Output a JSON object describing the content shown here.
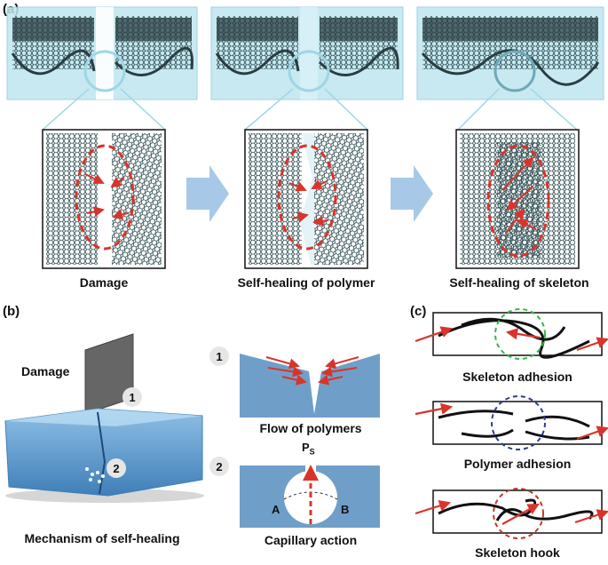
{
  "panel_a": {
    "label": "(a)",
    "captions": [
      "Damage",
      "Self-healing of polymer",
      "Self-healing of skeleton"
    ]
  },
  "panel_b": {
    "label": "(b)",
    "damage_label": "Damage",
    "marker_1": "1",
    "marker_2": "2",
    "caption": "Mechanism of self-healing",
    "flow_caption": "Flow of polymers",
    "capillary_caption": "Capillary action",
    "ps_label": "P",
    "ps_sub": "S",
    "point_a": "A",
    "point_b": "B"
  },
  "panel_c": {
    "label": "(c)",
    "captions": [
      "Skeleton adhesion",
      "Polymer adhesion",
      "Skeleton hook"
    ]
  },
  "colors": {
    "gel": "#a9dbe8",
    "gel_dark": "#6cb8cf",
    "skeleton": "#1e3a3a",
    "arrow": "#d9342b",
    "block_blue": "#6f9fc9",
    "green_circle": "#3bb44a",
    "blue_circle": "#2b3f8f",
    "red_circle": "#c0392b",
    "big_arrow": "#a8c8e8"
  }
}
